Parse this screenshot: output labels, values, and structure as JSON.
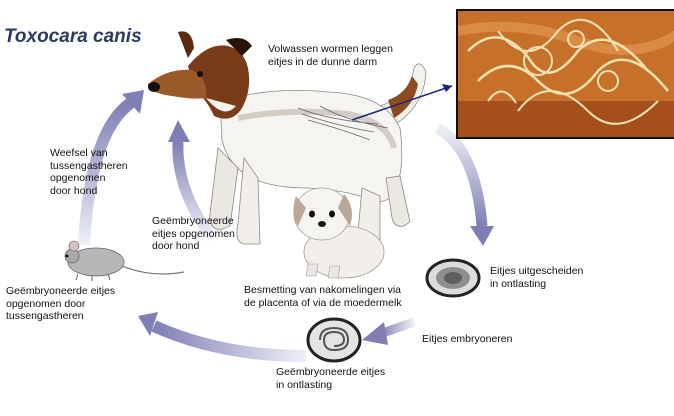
{
  "title": "Toxocara canis",
  "labels": {
    "adult_worms": "Volwassen wormen leggen\neitjes in de dunne darm",
    "eggs_excreted": "Eitjes uitgescheiden\nin ontlasting",
    "eggs_embryonate": "Eitjes embryoneren",
    "embryonated_eggs_feces": "Geëmbryoneerde eitjes\nin ontlasting",
    "transmission_offspring": "Besmetting van nakomelingen via\nde placenta of via de moedermelk",
    "eggs_by_paratenic": "Geëmbryoneerde eitjes\nopgenomen door\ntussengastheren",
    "tissue_paratenic": "Weefsel van\ntussengastheren\nopgenomen\ndoor hond",
    "eggs_by_dog": "Geëmbryoneerde\neitjes opgenomen\ndoor hond"
  },
  "colors": {
    "arrow": "#7f7fb5",
    "arrow_light": "#eef0f7",
    "title": "#2b3a67",
    "dog_head": "#6b3414",
    "photo_bg": "#c7702a",
    "worm": "#efe2b3"
  }
}
